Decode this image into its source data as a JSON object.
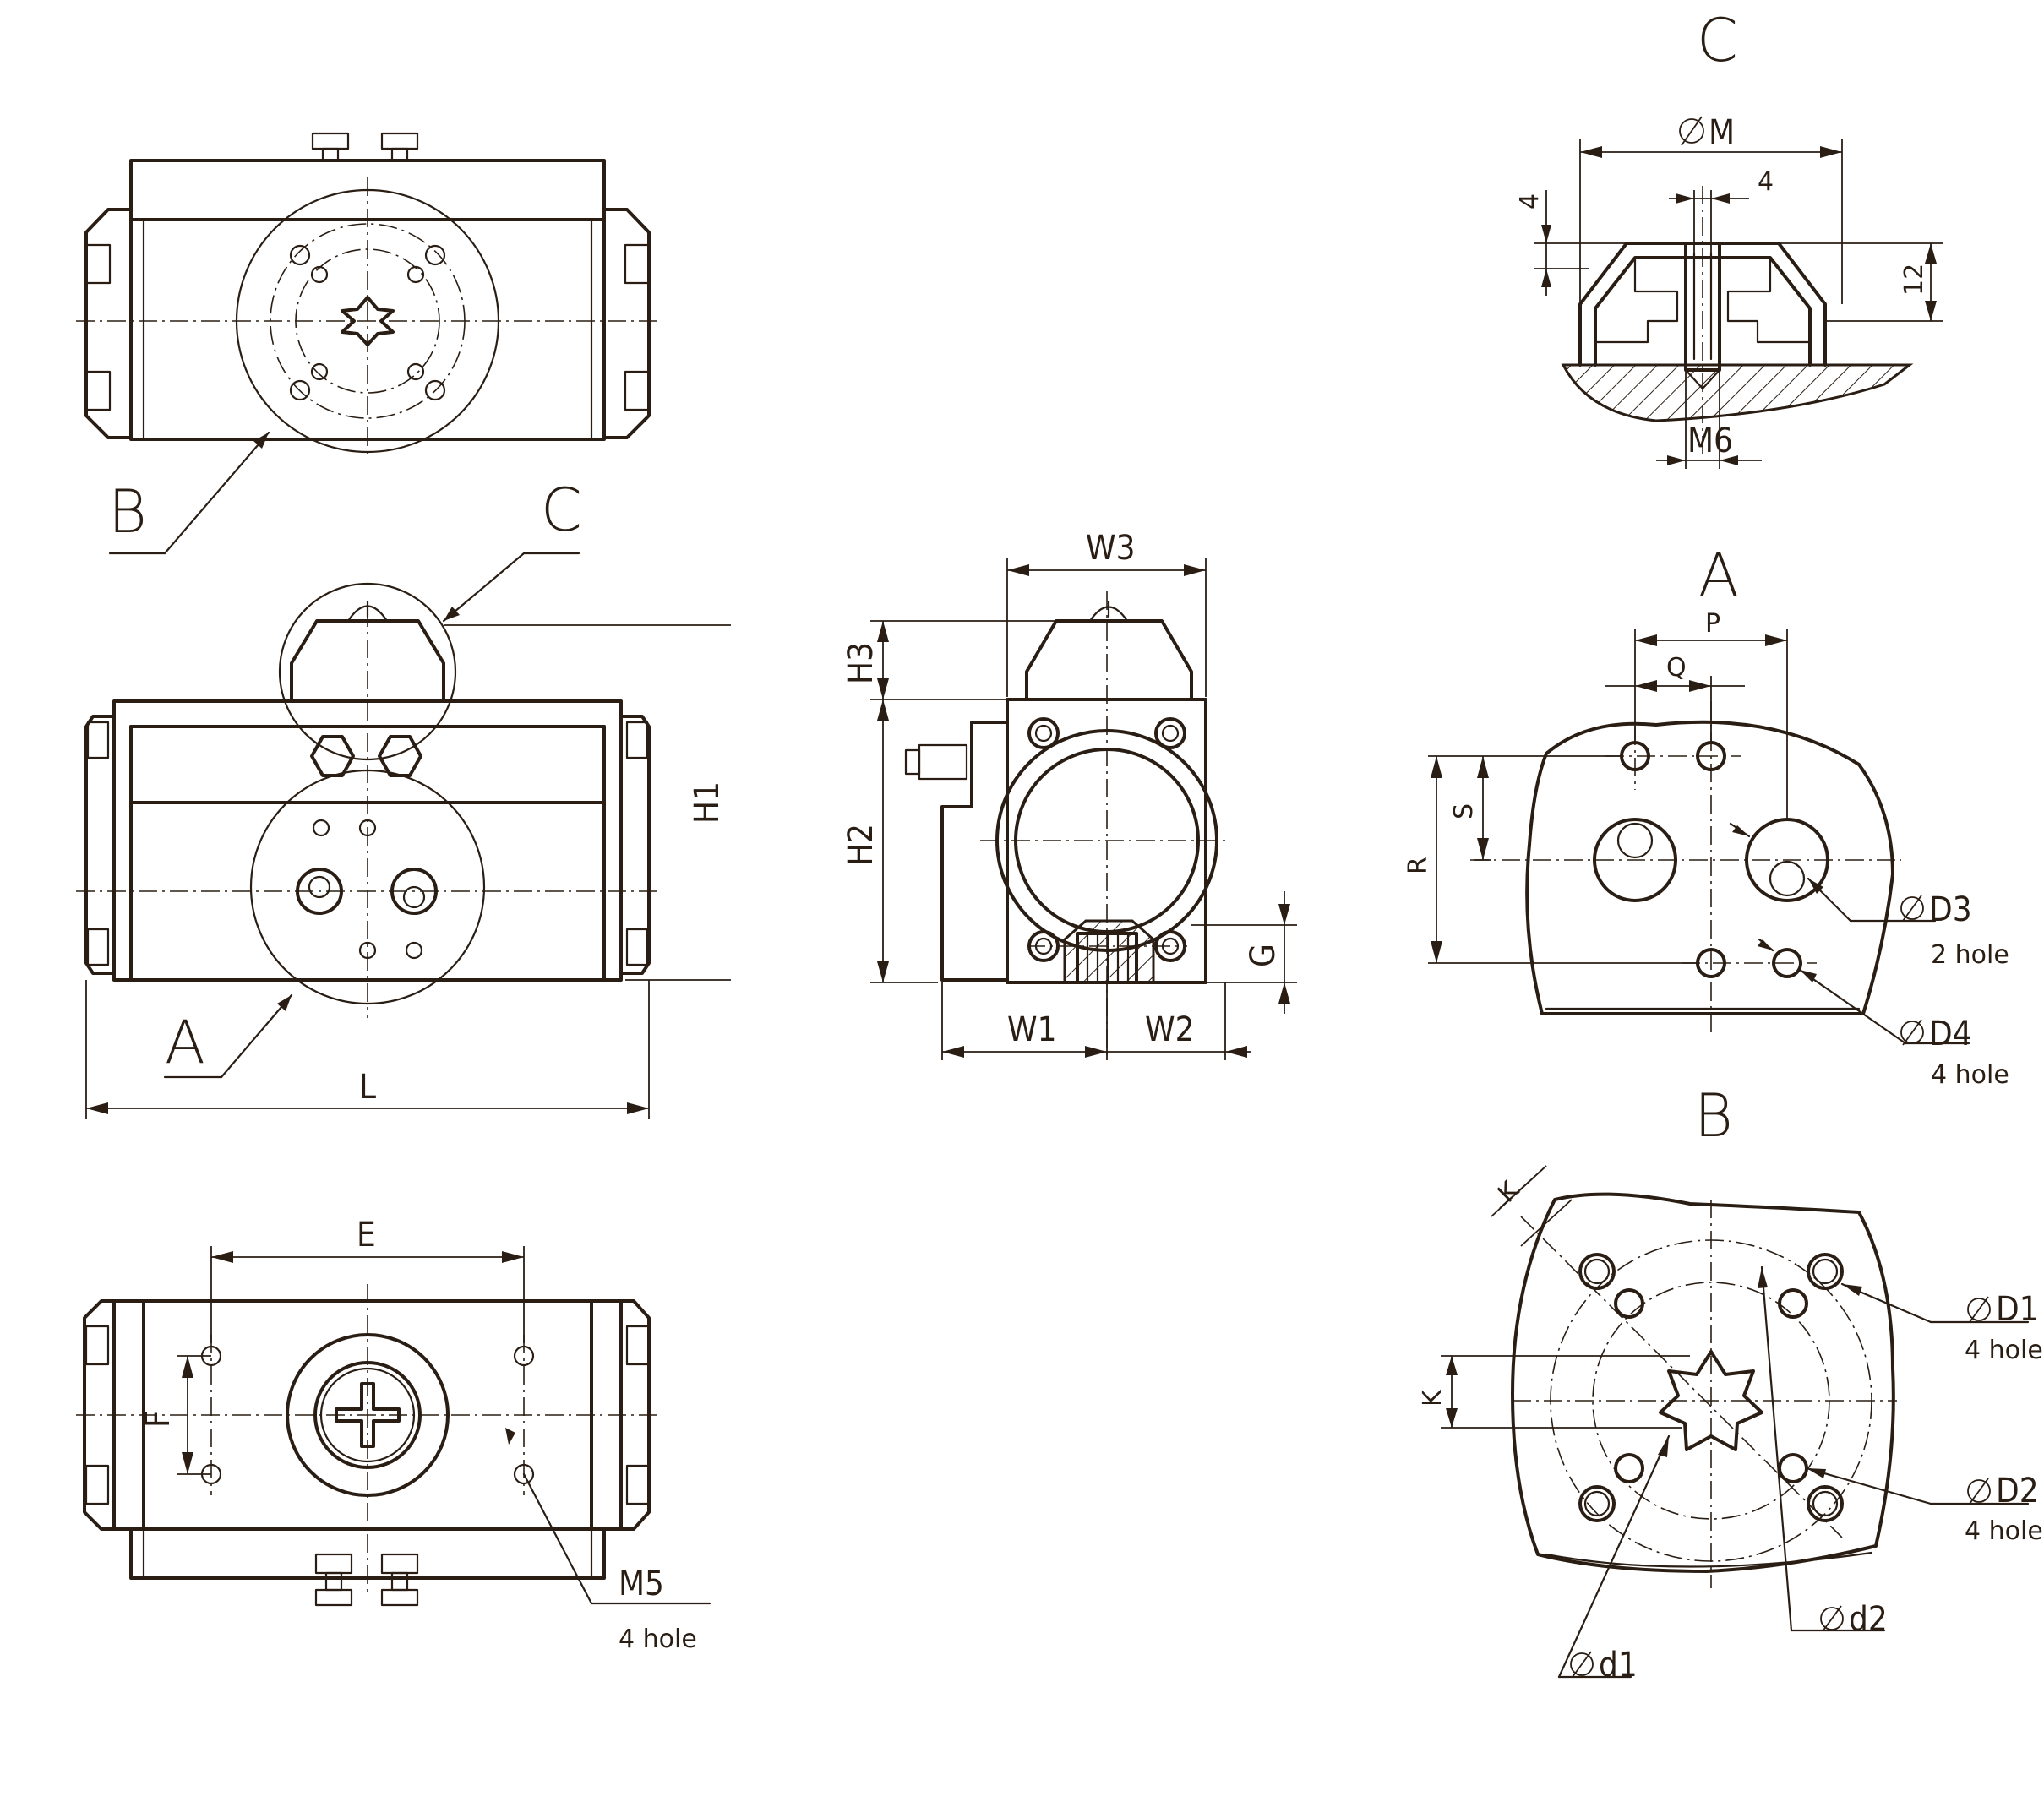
{
  "views": {
    "top_B": "B",
    "front_C": "C",
    "front_A": "A",
    "detail_C": "C",
    "detail_A": "A",
    "detail_B": "B"
  },
  "dims": {
    "L": "L",
    "H1": "H1",
    "H2": "H2",
    "H3": "H3",
    "W1": "W1",
    "W2": "W2",
    "W3": "W3",
    "G": "G",
    "E": "E",
    "F": "F",
    "M": "M",
    "four_a": "4",
    "four_b": "4",
    "twelve": "12",
    "M6": "M6",
    "P": "P",
    "Q": "Q",
    "R": "R",
    "S": "S",
    "K_a": "K",
    "K_b": "K"
  },
  "callouts": {
    "m5": {
      "label": "M5",
      "note": "4 hole"
    },
    "d3": {
      "label": "D3",
      "note": "2 hole"
    },
    "d4": {
      "label": "D4",
      "note": "4 hole"
    },
    "d1_big": {
      "label": "D1",
      "note": "4 hole"
    },
    "d2_big": {
      "label": "D2",
      "note": "4 hole"
    },
    "d1_small": {
      "label": "d1"
    },
    "d2_small": {
      "label": "d2"
    }
  }
}
